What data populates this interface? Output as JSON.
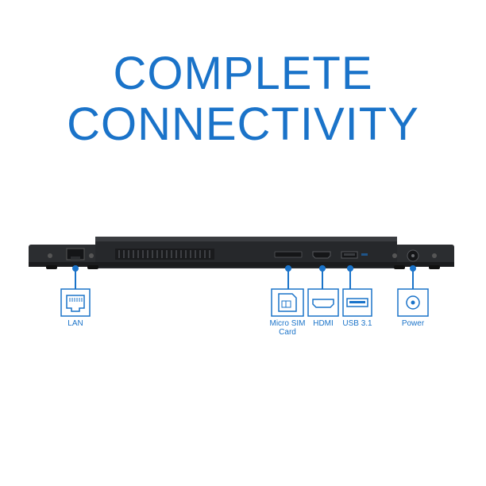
{
  "headline": {
    "line1": "COMPLETE",
    "line2": "CONNECTIVITY"
  },
  "colors": {
    "accent": "#1a73c9",
    "laptop_body": "#2b2d30",
    "laptop_dark": "#1b1c1e"
  },
  "ports": [
    {
      "id": "lan",
      "label": "LAN",
      "icon": "ethernet-port-icon"
    },
    {
      "id": "sim",
      "label": "Micro SIM\nCard",
      "icon": "sim-card-icon"
    },
    {
      "id": "hdmi",
      "label": "HDMI",
      "icon": "hdmi-port-icon"
    },
    {
      "id": "usb",
      "label": "USB 3.1",
      "icon": "usb-port-icon"
    },
    {
      "id": "power",
      "label": "Power",
      "icon": "power-port-icon"
    }
  ]
}
